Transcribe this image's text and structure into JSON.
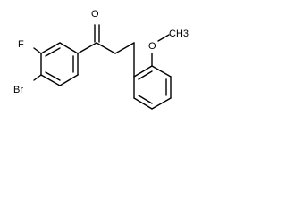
{
  "molecule": {
    "atoms": {
      "fluorine": "F",
      "bromine": "Br",
      "carbonyl_oxygen": "O",
      "methoxy": "O",
      "methyl": "CH3"
    },
    "colors": {
      "bond": "#000000",
      "background": "#ffffff"
    }
  }
}
